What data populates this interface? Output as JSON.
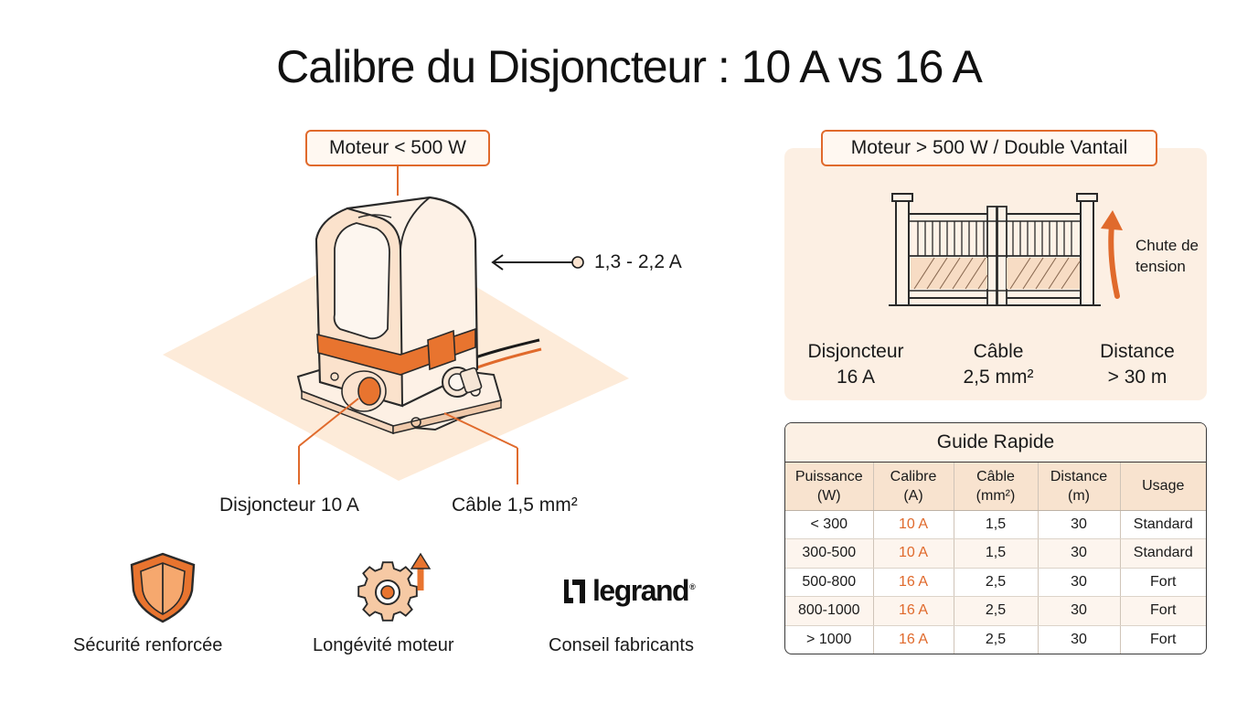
{
  "title": "Calibre du Disjoncteur : 10 A vs 16 A",
  "left": {
    "callout": "Moteur < 500 W",
    "current_label": "1,3 - 2,2 A",
    "breaker_label": "Disjoncteur 10 A",
    "cable_label": "Câble 1,5 mm²"
  },
  "right": {
    "callout": "Moteur > 500 W / Double Vantail",
    "voltage_drop_line1": "Chute de",
    "voltage_drop_line2": "tension",
    "specs": [
      {
        "line1": "Disjoncteur",
        "line2": "16 A"
      },
      {
        "line1": "Câble",
        "line2": "2,5 mm²"
      },
      {
        "line1": "Distance",
        "line2": "> 30 m"
      }
    ]
  },
  "guide": {
    "title": "Guide Rapide",
    "headers": [
      {
        "line1": "Puissance",
        "line2": "(W)"
      },
      {
        "line1": "Calibre",
        "line2": "(A)"
      },
      {
        "line1": "Câble",
        "line2": "(mm²)"
      },
      {
        "line1": "Distance",
        "line2": "(m)"
      },
      {
        "line1": "Usage",
        "line2": ""
      }
    ],
    "rows": [
      [
        "< 300",
        "10 A",
        "1,5",
        "30",
        "Standard"
      ],
      [
        "300-500",
        "10 A",
        "1,5",
        "30",
        "Standard"
      ],
      [
        "500-800",
        "16 A",
        "2,5",
        "30",
        "Fort"
      ],
      [
        "800-1000",
        "16 A",
        "2,5",
        "30",
        "Fort"
      ],
      [
        "> 1000",
        "16 A",
        "2,5",
        "30",
        "Fort"
      ]
    ]
  },
  "features": [
    {
      "label": "Sécurité renforcée",
      "icon": "shield-icon"
    },
    {
      "label": "Longévité moteur",
      "icon": "gear-arrow-icon"
    },
    {
      "label": "Conseil fabricants",
      "icon": "legrand-logo"
    }
  ],
  "brand": {
    "name": "legrand",
    "reg": "®"
  },
  "colors": {
    "accent": "#e06a2c",
    "panel": "#fcefe3",
    "header": "#f8e3cf"
  }
}
